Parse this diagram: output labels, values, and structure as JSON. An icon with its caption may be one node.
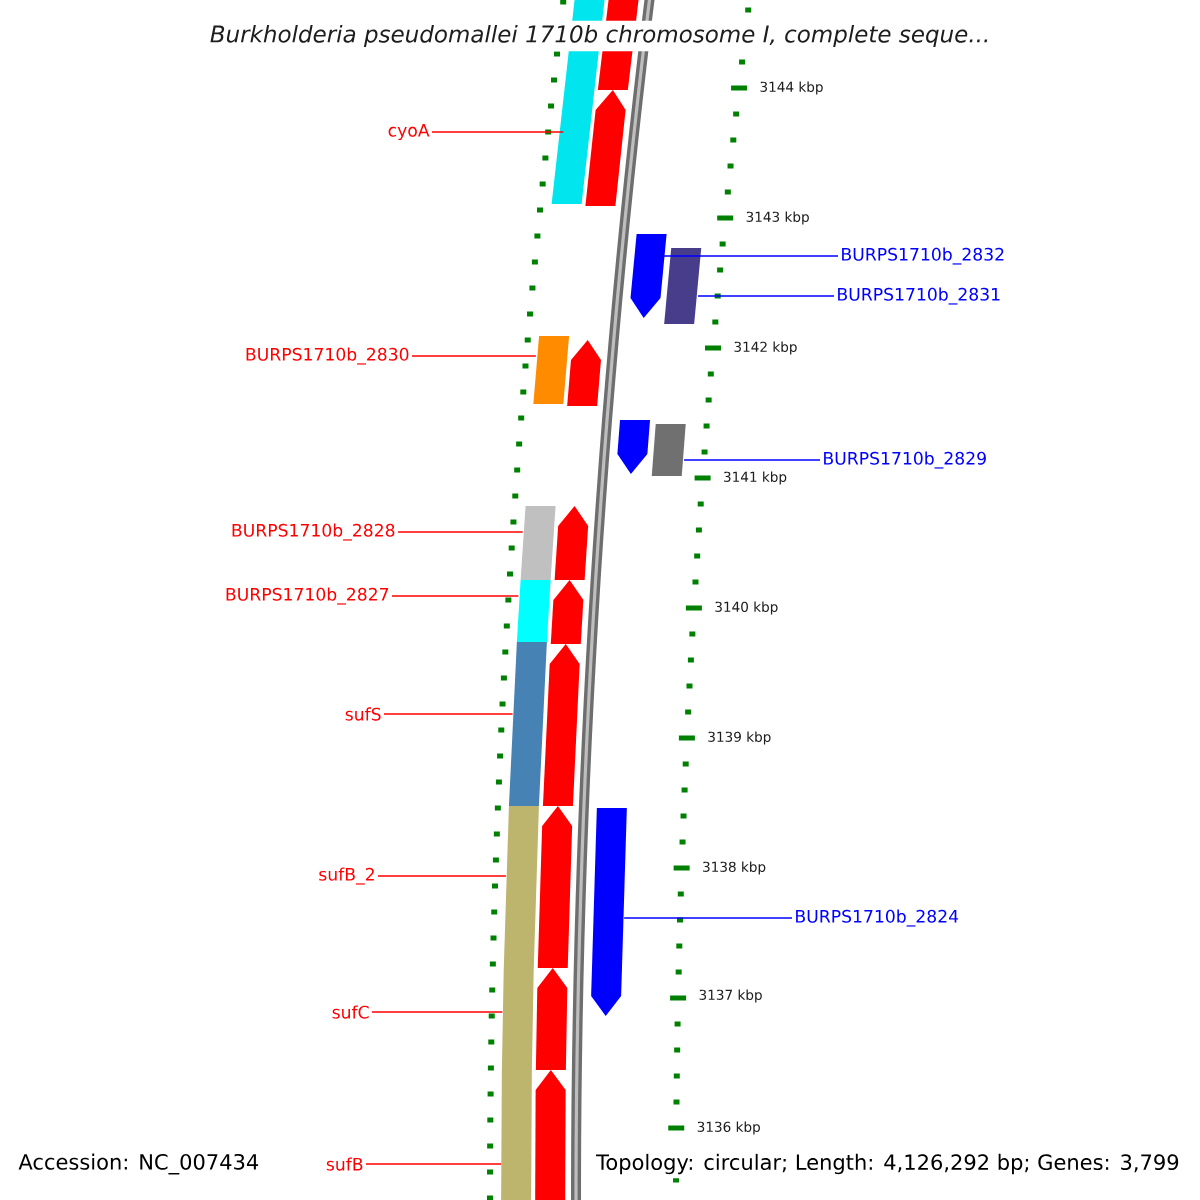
{
  "diagram": {
    "title": "Burkholderia pseudomallei 1710b chromosome I, complete seque...",
    "nodes": [
      {
        "text": [
          "cyoA"
        ]
      },
      {
        "text": [],
        "shape": "bar"
      },
      {
        "text": [
          "BURPS1710b_2832"
        ]
      },
      {
        "text": [],
        "shape": "pentagon"
      },
      {
        "text": [
          "BURPS1710b_2831"
        ]
      },
      {
        "text": [],
        "shape": "bar"
      },
      {
        "text": [
          "BURPS1710b_2830"
        ]
      },
      {
        "text": [],
        "shape": "bar"
      },
      {
        "text": [
          "BURPS1710b_2829"
        ]
      },
      {
        "text": [],
        "shape": "bar"
      },
      {
        "text": [
          "BURPS1710b_2828"
        ]
      },
      {
        "text": [],
        "shape": "bar"
      },
      {
        "text": [
          "BURPS1710b_2827"
        ]
      },
      {
        "text": [],
        "shape": "bar"
      },
      {
        "text": [
          "sufS"
        ]
      },
      {
        "text": [],
        "shape": "bar"
      },
      {
        "text": [
          "sufB_2"
        ]
      },
      {
        "text": [],
        "shape": "bar"
      },
      {
        "text": [
          "BURPS1710b_2824"
        ]
      },
      {
        "text": [],
        "shape": "pentagon"
      },
      {
        "text": [
          "sufC"
        ]
      },
      {
        "text": [],
        "shape": "bar"
      },
      {
        "text": [
          "sufB"
        ]
      },
      {
        "text": [],
        "shape": "bar"
      },
      {
        "text": [],
        "shape": "pentagon"
      },
      {
        "text": [],
        "shape": "pentagon"
      },
      {
        "text": [],
        "shape": "pentagon"
      },
      {
        "text": [],
        "shape": "pentagon"
      },
      {
        "text": [],
        "shape": "pentagon"
      },
      {
        "text": [],
        "shape": "pentagon"
      },
      {
        "text": [],
        "shape": "pentagon"
      },
      {
        "text": [],
        "shape": "pentagon"
      },
      {
        "text": [],
        "shape": "pentagon"
      },
      {
        "text": [],
        "shape": "pentagon"
      }
    ],
    "edges": [
      {
        "from": 0,
        "to": 1,
        "arrow": "none",
        "color": "#ff0000"
      },
      {
        "from": 2,
        "to": 3,
        "arrow": "none",
        "color": "#0000ff"
      },
      {
        "from": 4,
        "to": 5,
        "arrow": "none",
        "color": "#0000ff"
      },
      {
        "from": 6,
        "to": 7,
        "arrow": "none",
        "color": "#ff0000"
      },
      {
        "from": 8,
        "to": 9,
        "arrow": "none",
        "color": "#0000ff"
      },
      {
        "from": 10,
        "to": 11,
        "arrow": "none",
        "color": "#ff0000"
      },
      {
        "from": 12,
        "to": 13,
        "arrow": "none",
        "color": "#ff0000"
      },
      {
        "from": 14,
        "to": 15,
        "arrow": "none",
        "color": "#ff0000"
      },
      {
        "from": 16,
        "to": 17,
        "arrow": "none",
        "color": "#ff0000"
      },
      {
        "from": 18,
        "to": 19,
        "arrow": "none",
        "color": "#0000ff"
      },
      {
        "from": 20,
        "to": 21,
        "arrow": "none",
        "color": "#ff0000"
      },
      {
        "from": 22,
        "to": 23,
        "arrow": "none",
        "color": "#ff0000"
      }
    ],
    "labels": [
      "3144 kbp",
      "3143 kbp",
      "3142 kbp",
      "3141 kbp",
      "3140 kbp",
      "3139 kbp",
      "3138 kbp",
      "3137 kbp",
      "3136 kbp",
      "Accession: NC_007434",
      "Topology: circular; Length: 4,126,292 bp; Genes: 3,799"
    ]
  }
}
